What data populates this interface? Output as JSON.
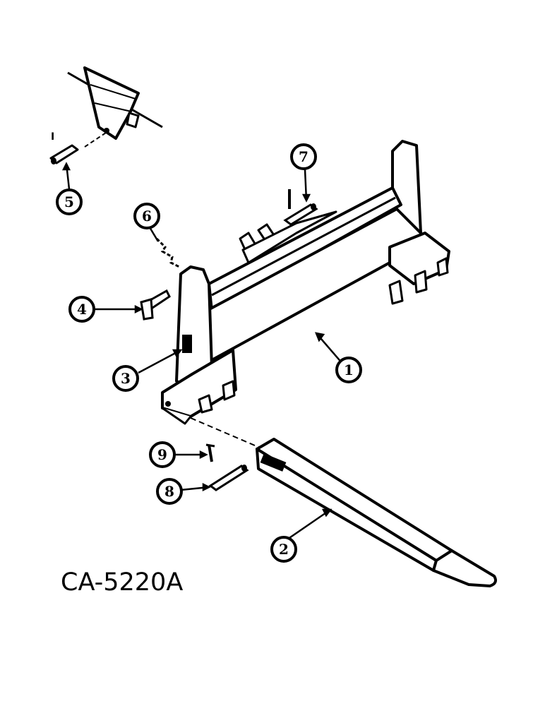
{
  "figure": {
    "code": "CA-5220A",
    "callouts": {
      "c1": "1",
      "c2": "2",
      "c3": "3",
      "c4": "4",
      "c5": "5",
      "c6": "6",
      "c7": "7",
      "c8": "8",
      "c9": "9"
    },
    "pin_marks": {
      "m1": "I",
      "m2": "I"
    }
  }
}
